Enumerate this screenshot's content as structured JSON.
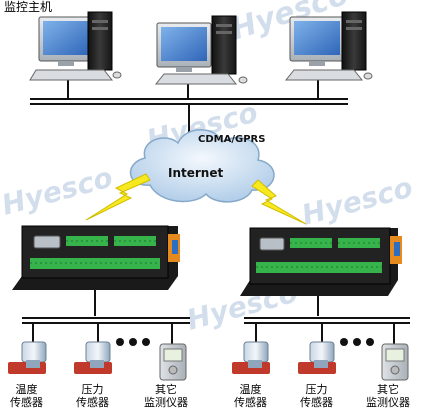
{
  "diagram": {
    "title": "监控主机",
    "network_label": "CDMA/GPRS",
    "cloud_label": "Internet",
    "watermark": "Hyesco",
    "left_group": {
      "temp_sensor": [
        "温度",
        "传感器"
      ],
      "pressure_sensor": [
        "压力",
        "传感器"
      ],
      "other_instrument": [
        "其它",
        "监测仪器"
      ]
    },
    "right_group": {
      "temp_sensor": [
        "温度",
        "传感器"
      ],
      "pressure_sensor": [
        "压力",
        "传感器"
      ],
      "other_instrument": [
        "其它",
        "监测仪器"
      ]
    },
    "colors": {
      "cloud": "#cfe2f3",
      "bolt": "#f7e91e",
      "terminal_green": "#36b34a",
      "frame_black": "#1a1a1a",
      "valve_red": "#c0392b"
    }
  }
}
